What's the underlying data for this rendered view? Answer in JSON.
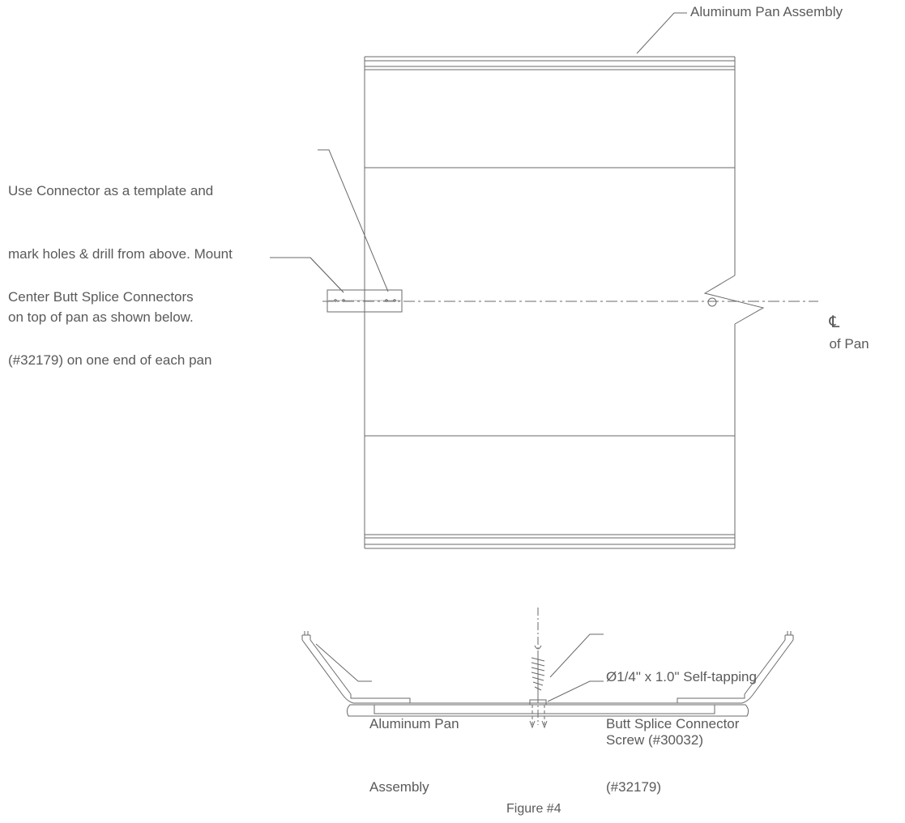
{
  "labels": {
    "pan_assembly_top": "Aluminum Pan Assembly",
    "template_note": {
      "line1": "Use Connector as a template and",
      "line2": "mark holes & drill from above. Mount",
      "line3": "on top of pan as shown below."
    },
    "center_splice": {
      "line1": "Center Butt Splice Connectors",
      "line2": "(#32179) on one end of each pan"
    },
    "centerline_symbol": "℄",
    "centerline_text": "of Pan",
    "screw": {
      "line1": "Ø1/4\" x 1.0\" Self-tapping",
      "line2": "Screw (#30032)"
    },
    "pan_assembly_section": {
      "line1": "Aluminum Pan",
      "line2": "Assembly"
    },
    "butt_splice": {
      "line1": "Butt Splice Connector",
      "line2": "(#32179)"
    },
    "figure_caption": "Figure #4"
  },
  "colors": {
    "line": "#6a6a6a",
    "text": "#5a5a5a",
    "background": "#ffffff"
  }
}
